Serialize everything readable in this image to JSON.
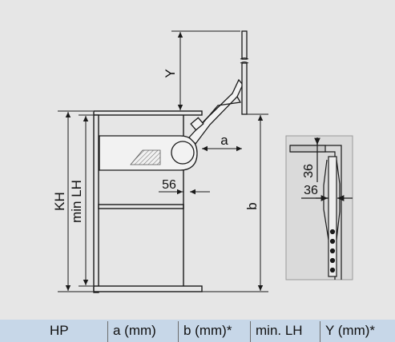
{
  "diagram": {
    "labels": {
      "y_dim": "Y",
      "a_dim": "a",
      "dim_56": "56",
      "kh": "KH",
      "min_lh": "min LH",
      "b_dim": "b",
      "detail_36_upper": "36",
      "detail_36_lower": "36"
    }
  },
  "table": {
    "headers": [
      "HP",
      "a (mm)",
      "b (mm)*",
      "min. LH",
      "Y (mm)*"
    ]
  },
  "colors": {
    "background": "#e6e6e6",
    "table_header_bg": "#c7d7e8",
    "line": "#1a1a1a",
    "mechanism": "#f0f0f0"
  }
}
